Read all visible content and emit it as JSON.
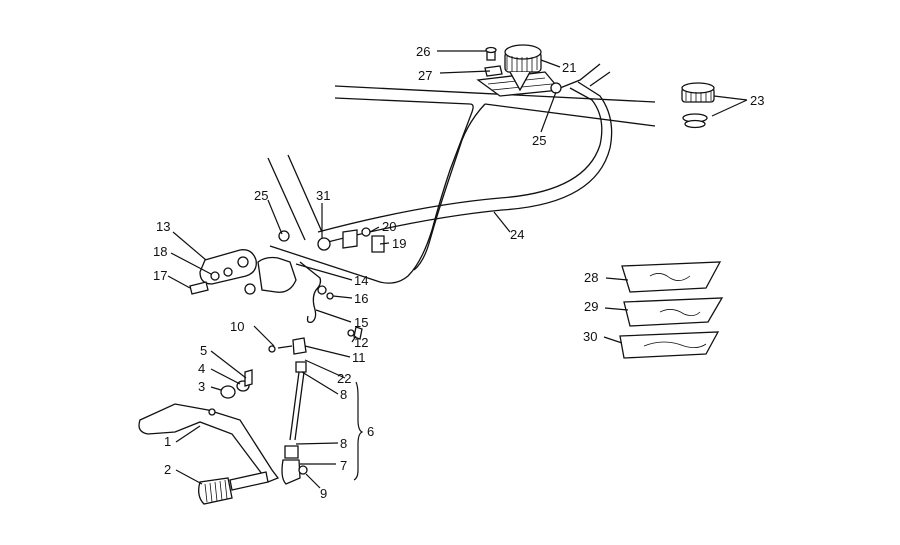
{
  "callouts": {
    "n1": "1",
    "n2": "2",
    "n3": "3",
    "n4": "4",
    "n5": "5",
    "n6": "6",
    "n7": "7",
    "n8a": "8",
    "n8b": "8",
    "n9": "9",
    "n10": "10",
    "n11": "11",
    "n12": "12",
    "n13": "13",
    "n14": "14",
    "n15": "15",
    "n16": "16",
    "n17": "17",
    "n18": "18",
    "n19": "19",
    "n20": "20",
    "n21": "21",
    "n22": "22",
    "n23": "23",
    "n24": "24",
    "n25a": "25",
    "n25b": "25",
    "n26": "26",
    "n27": "27",
    "n28": "28",
    "n29": "29",
    "n30": "30",
    "n31": "31"
  }
}
